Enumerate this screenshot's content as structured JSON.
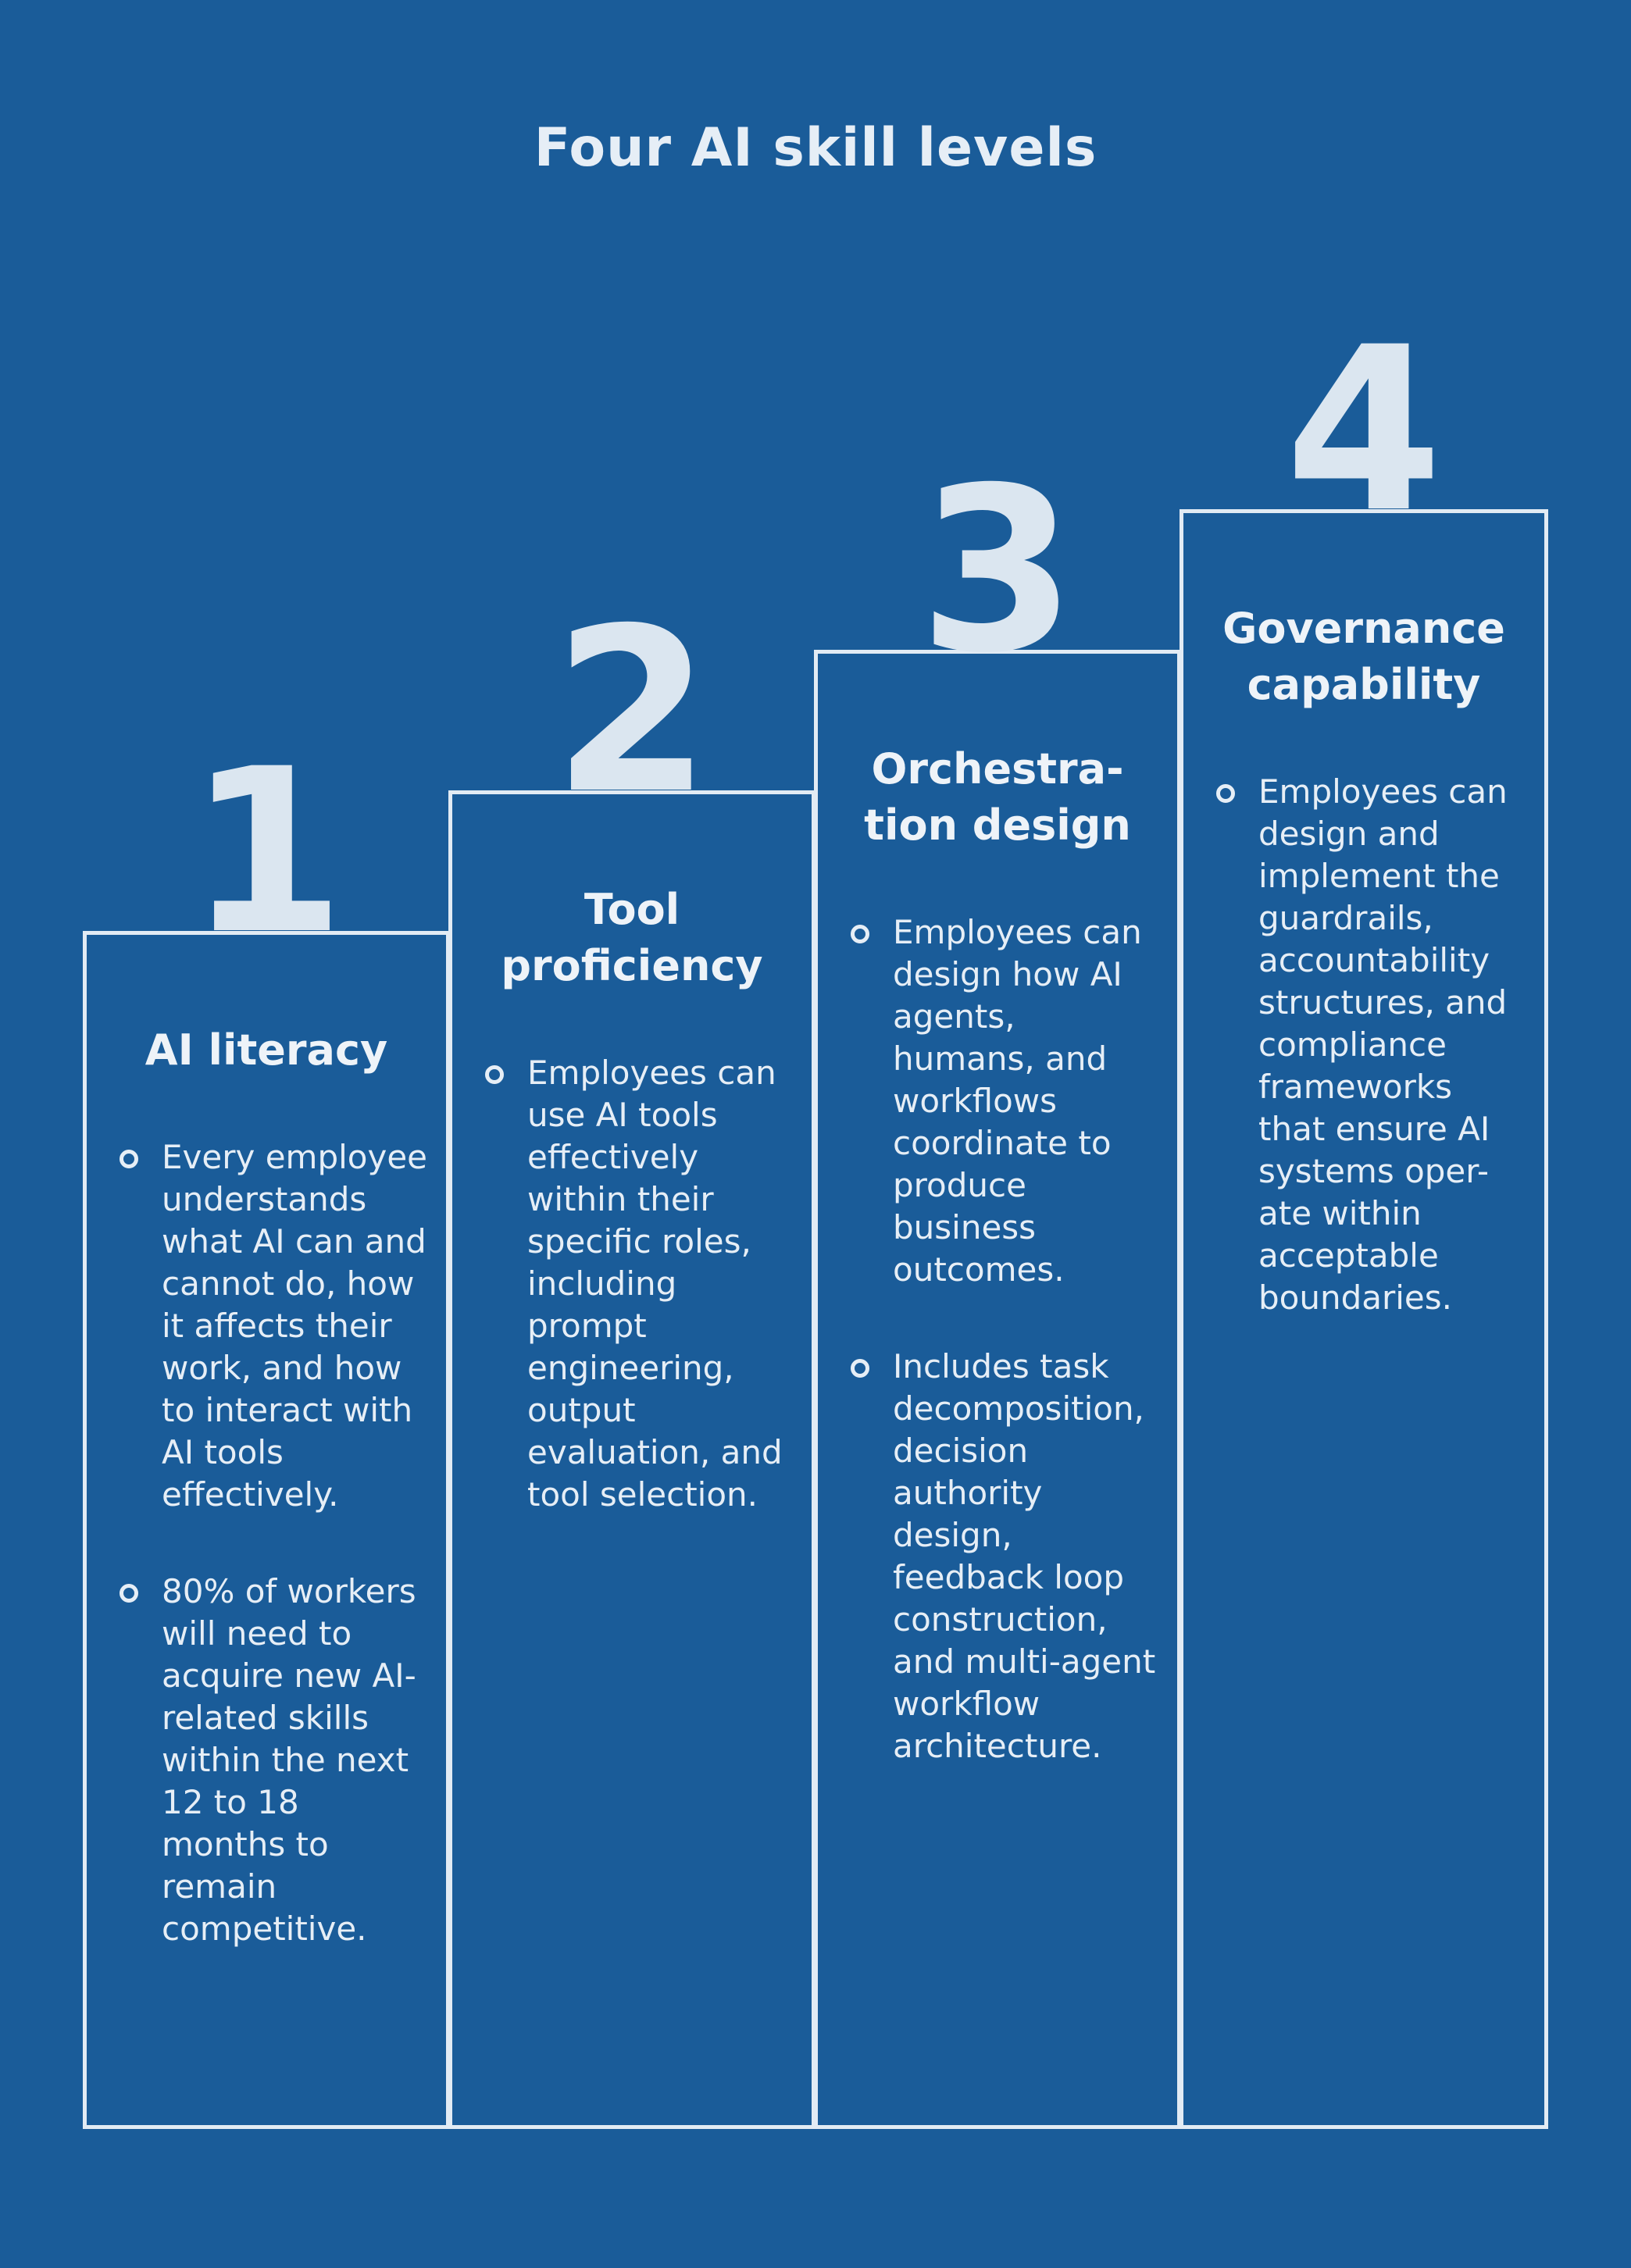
{
  "title": "Four AI skill levels",
  "steps": [
    {
      "number": "1",
      "heading": "AI literacy",
      "bullets": [
        "Every employee understands what AI can and cannot do, how it affects their work, and how to interact with AI tools effectively.",
        "80% of workers will need to acquire new AI-related skills within the next 12 to 18 months to remain competitive."
      ]
    },
    {
      "number": "2",
      "heading": "Tool proficiency",
      "bullets": [
        "Employees can use AI tools effectively within their specific roles, including prompt engineering, output evaluation, and tool selection."
      ]
    },
    {
      "number": "3",
      "heading": "Orchestra-tion design",
      "bullets": [
        "Employees can design how AI agents, humans, and workflows coordinate to produce business outcomes.",
        "Includes task decomposition, decision authority design, feedback loop construction, and multi-agent workflow architecture."
      ]
    },
    {
      "number": "4",
      "heading": "Governance capability",
      "bullets": [
        "Employees can design and implement the guardrails, accountability structures, and compliance frameworks that ensure AI systems oper-ate within acceptable boundaries."
      ]
    }
  ]
}
